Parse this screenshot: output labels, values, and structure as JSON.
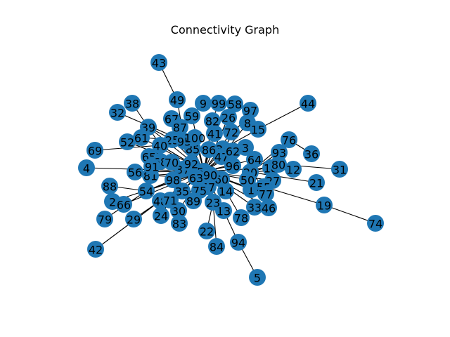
{
  "title": "Connectivity Graph",
  "node_color": "#1f77b4",
  "edge_color": "#000000",
  "nodes": [
    "1",
    "2",
    "3",
    "4",
    "5",
    "8",
    "9",
    "12",
    "13",
    "14",
    "15",
    "18",
    "19",
    "20",
    "21",
    "22",
    "23",
    "24",
    "25",
    "26",
    "27",
    "29",
    "30",
    "31",
    "32",
    "33",
    "34",
    "35",
    "36",
    "37",
    "38",
    "39",
    "40",
    "41",
    "42",
    "43",
    "44",
    "46",
    "47",
    "48",
    "49",
    "50",
    "51",
    "52",
    "54",
    "55",
    "56",
    "57",
    "58",
    "59",
    "60",
    "61",
    "62",
    "63",
    "64",
    "65",
    "66",
    "67",
    "68",
    "69",
    "70",
    "71",
    "72",
    "74",
    "75",
    "76",
    "77",
    "78",
    "79",
    "80",
    "81",
    "82",
    "83",
    "84",
    "85",
    "86",
    "87",
    "88",
    "89",
    "90",
    "91",
    "92",
    "93",
    "94",
    "95",
    "96",
    "97",
    "98",
    "99",
    "100"
  ],
  "edges": [
    [
      "43",
      "49"
    ],
    [
      "49",
      "95"
    ],
    [
      "44",
      "15"
    ],
    [
      "15",
      "34"
    ],
    [
      "4",
      "51"
    ],
    [
      "69",
      "40"
    ],
    [
      "40",
      "51"
    ],
    [
      "38",
      "40"
    ],
    [
      "32",
      "95"
    ],
    [
      "42",
      "48"
    ],
    [
      "79",
      "54"
    ],
    [
      "88",
      "54"
    ],
    [
      "54",
      "51"
    ],
    [
      "5",
      "94"
    ],
    [
      "94",
      "13"
    ],
    [
      "13",
      "51"
    ],
    [
      "74",
      "19"
    ],
    [
      "19",
      "55"
    ],
    [
      "55",
      "20"
    ],
    [
      "31",
      "80"
    ],
    [
      "80",
      "20"
    ],
    [
      "21",
      "20"
    ],
    [
      "36",
      "76"
    ],
    [
      "76",
      "20"
    ],
    [
      "12",
      "20"
    ],
    [
      "93",
      "20"
    ],
    [
      "8",
      "47"
    ],
    [
      "97",
      "34"
    ],
    [
      "99",
      "82"
    ],
    [
      "9",
      "59"
    ],
    [
      "58",
      "26"
    ],
    [
      "26",
      "51"
    ],
    [
      "41",
      "51"
    ],
    [
      "72",
      "51"
    ],
    [
      "82",
      "51"
    ],
    [
      "87",
      "51"
    ],
    [
      "67",
      "51"
    ],
    [
      "39",
      "51"
    ],
    [
      "61",
      "51"
    ],
    [
      "52",
      "51"
    ],
    [
      "65",
      "51"
    ],
    [
      "91",
      "51"
    ],
    [
      "56",
      "51"
    ],
    [
      "81",
      "51"
    ],
    [
      "66",
      "51"
    ],
    [
      "2",
      "51"
    ],
    [
      "29",
      "48"
    ],
    [
      "48",
      "51"
    ],
    [
      "24",
      "71"
    ],
    [
      "71",
      "51"
    ],
    [
      "83",
      "30"
    ],
    [
      "30",
      "51"
    ],
    [
      "35",
      "51"
    ],
    [
      "89",
      "51"
    ],
    [
      "22",
      "23"
    ],
    [
      "23",
      "51"
    ],
    [
      "84",
      "23"
    ],
    [
      "78",
      "14"
    ],
    [
      "14",
      "51"
    ],
    [
      "33",
      "51"
    ],
    [
      "46",
      "51"
    ],
    [
      "1",
      "51"
    ],
    [
      "77",
      "51"
    ],
    [
      "50",
      "51"
    ],
    [
      "27",
      "51"
    ],
    [
      "18",
      "51"
    ],
    [
      "64",
      "51"
    ],
    [
      "62",
      "51"
    ],
    [
      "3",
      "51"
    ],
    [
      "96",
      "51"
    ],
    [
      "60",
      "51"
    ],
    [
      "90",
      "51"
    ],
    [
      "75",
      "51"
    ],
    [
      "57",
      "51"
    ],
    [
      "63",
      "51"
    ],
    [
      "98",
      "51"
    ],
    [
      "37",
      "51"
    ],
    [
      "92",
      "51"
    ],
    [
      "70",
      "51"
    ],
    [
      "68",
      "51"
    ],
    [
      "25",
      "51"
    ],
    [
      "85",
      "51"
    ],
    [
      "100",
      "51"
    ],
    [
      "86",
      "51"
    ],
    [
      "47",
      "51"
    ],
    [
      "34",
      "51"
    ],
    [
      "59",
      "51"
    ],
    [
      "40",
      "92"
    ],
    [
      "65",
      "92"
    ],
    [
      "81",
      "63"
    ],
    [
      "54",
      "98"
    ],
    [
      "61",
      "25"
    ],
    [
      "39",
      "25"
    ]
  ]
}
